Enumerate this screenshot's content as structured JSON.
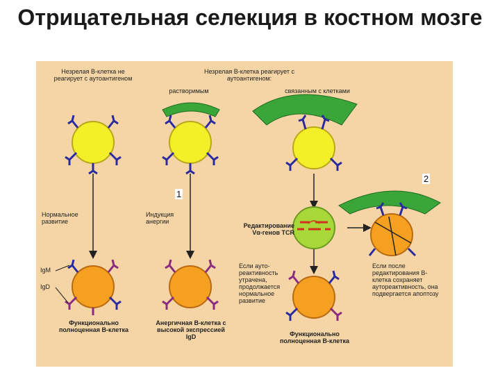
{
  "title": "Отрицательная селекция в костном мозге",
  "panel": {
    "top_left_header": "Незрелая В-клетка не реагирует с аутоантигеном",
    "top_right_header": "Незрелая В-клетка реагирует с аутоантигеном:",
    "soluble_label": "растворимым",
    "cell_bound_label": "связанным с клетками",
    "normal_dev_label": "Нормальное развитие",
    "anergy_label": "Индукция анергии",
    "editing_label": "Редактирование Vα-генов TCR",
    "if_lost_label": "Если ауто-реактивность утрачена, продолжается нормальное развитие",
    "if_kept_label": "Если после редактирования В-клетка сохраняет аутореактивность, она подвергается апоптозу",
    "igm_label": "IgM",
    "igd_label": "IgD",
    "functional_label_1": "Функционально полноценная В-клетка",
    "anergic_label": "Анергичная В-клетка с высокой экспрессией IgD",
    "functional_label_2": "Функционально полноценная В-клетка",
    "marker_1": "1",
    "marker_2": "2"
  },
  "colors": {
    "background": "#f5d5a5",
    "immature_cell": "#f3f02a",
    "mature_cell": "#f5a020",
    "antigen_green": "#3aa63a",
    "receptor_blue": "#2a2aa0",
    "receptor_purple": "#8a2a80",
    "editing_red": "#d03020"
  }
}
